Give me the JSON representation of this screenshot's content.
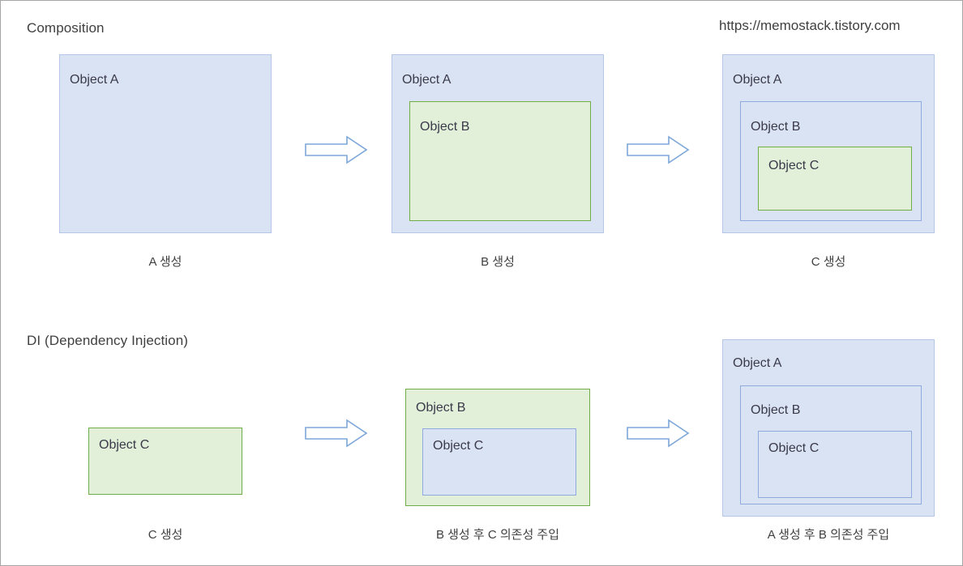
{
  "page": {
    "watermark": "https://memostack.tistory.com",
    "border_color": "#a6a6a6",
    "background": "#ffffff"
  },
  "colors": {
    "blue_fill": "#dae3f3",
    "blue_border_outer": "#b4c7e7",
    "blue_border_inner": "#8faadc",
    "green_fill": "#e2efd9",
    "green_border": "#70ad47",
    "arrow_stroke": "#7da7d9",
    "text": "#404040"
  },
  "sections": [
    {
      "title": "Composition",
      "steps": [
        {
          "caption": "A 생성",
          "boxes": [
            {
              "label": "Object A",
              "color": "blue",
              "depth": 0
            }
          ]
        },
        {
          "caption": "B 생성",
          "boxes": [
            {
              "label": "Object A",
              "color": "blue",
              "depth": 0
            },
            {
              "label": "Object B",
              "color": "green",
              "depth": 1
            }
          ]
        },
        {
          "caption": "C 생성",
          "boxes": [
            {
              "label": "Object A",
              "color": "blue",
              "depth": 0
            },
            {
              "label": "Object B",
              "color": "blue",
              "depth": 1
            },
            {
              "label": "Object C",
              "color": "green",
              "depth": 2
            }
          ]
        }
      ],
      "arrows": [
        {
          "name": "arrow-a-to-b"
        },
        {
          "name": "arrow-b-to-c"
        }
      ]
    },
    {
      "title": "DI (Dependency Injection)",
      "steps": [
        {
          "caption": "C 생성",
          "boxes": [
            {
              "label": "Object C",
              "color": "green",
              "depth": 0
            }
          ]
        },
        {
          "caption": "B 생성 후 C 의존성 주입",
          "boxes": [
            {
              "label": "Object B",
              "color": "green",
              "depth": 0
            },
            {
              "label": "Object C",
              "color": "blue",
              "depth": 1
            }
          ]
        },
        {
          "caption": "A 생성 후 B 의존성 주입",
          "boxes": [
            {
              "label": "Object A",
              "color": "blue",
              "depth": 0
            },
            {
              "label": "Object B",
              "color": "blue",
              "depth": 1
            },
            {
              "label": "Object C",
              "color": "blue",
              "depth": 2
            }
          ]
        }
      ],
      "arrows": [
        {
          "name": "arrow-c-to-b"
        },
        {
          "name": "arrow-b-to-a"
        }
      ]
    }
  ]
}
